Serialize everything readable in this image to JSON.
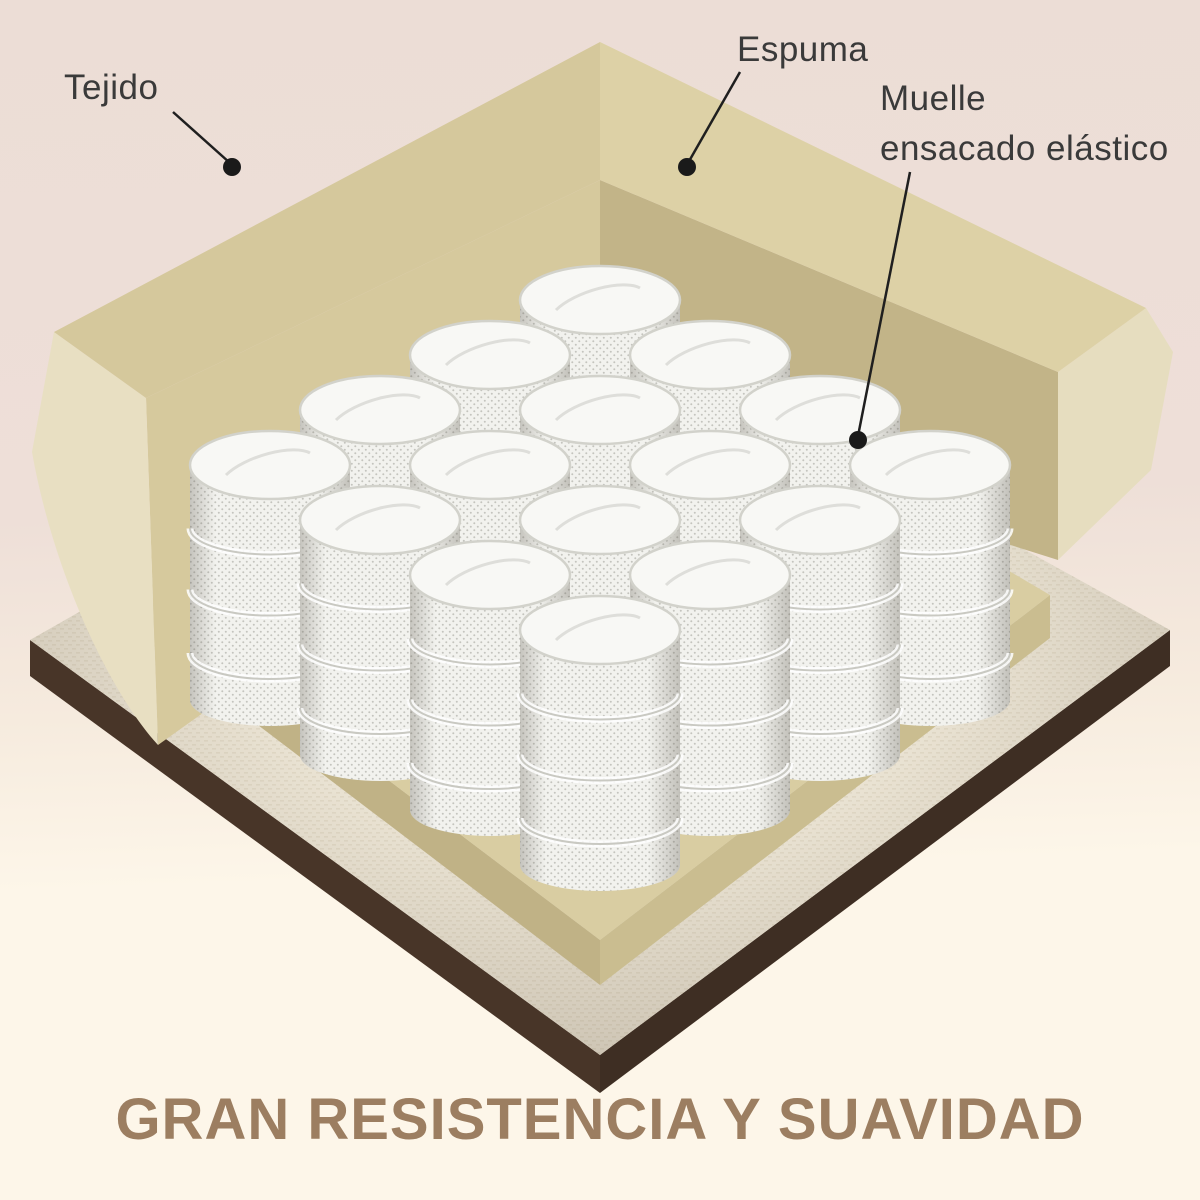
{
  "callouts": {
    "tejido": {
      "label": "Tejido"
    },
    "espuma": {
      "label": "Espuma"
    },
    "muelle": {
      "label_line1": "Muelle",
      "label_line2": "ensacado elástico"
    }
  },
  "title": "GRAN RESISTENCIA Y SUAVIDAD",
  "colors": {
    "background_top": "#ecddd6",
    "background_bottom": "#fdf6e9",
    "foam_top": "#d9cda2",
    "foam_shadow": "#c2b488",
    "foam_cut": "#e8dfc2",
    "spring_fabric": "#f2f2ee",
    "fabric_base": "#eae3d3",
    "fabric_edge_dark": "#44332a",
    "label_text": "#3a3a3a",
    "title_text": "#9c7e61",
    "callout_line": "#1f1f1f"
  }
}
